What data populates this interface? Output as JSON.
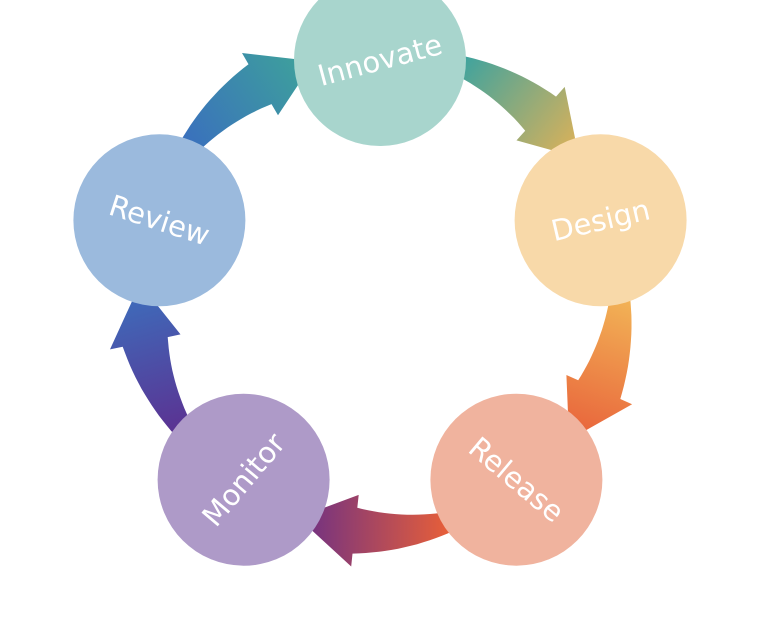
{
  "diagram": {
    "type": "cycle",
    "stages": [
      {
        "id": "innovate",
        "label": "Innovate",
        "color": "#a8d5cd"
      },
      {
        "id": "design",
        "label": "Design",
        "color": "#f8d9a9"
      },
      {
        "id": "release",
        "label": "Release",
        "color": "#f0b39e"
      },
      {
        "id": "monitor",
        "label": "Monitor",
        "color": "#ae9ac8"
      },
      {
        "id": "review",
        "label": "Review",
        "color": "#9bbadd"
      }
    ],
    "arrows": [
      {
        "from": "innovate",
        "to": "design",
        "color_start": "#3fa39e",
        "color_end": "#e2b256"
      },
      {
        "from": "design",
        "to": "release",
        "color_start": "#f2b356",
        "color_end": "#e8603a"
      },
      {
        "from": "release",
        "to": "monitor",
        "color_start": "#e85f38",
        "color_end": "#6b2f86"
      },
      {
        "from": "monitor",
        "to": "review",
        "color_start": "#5b3292",
        "color_end": "#3c6fbd"
      },
      {
        "from": "review",
        "to": "innovate",
        "color_start": "#3a70bd",
        "color_end": "#3ea39a"
      }
    ]
  }
}
